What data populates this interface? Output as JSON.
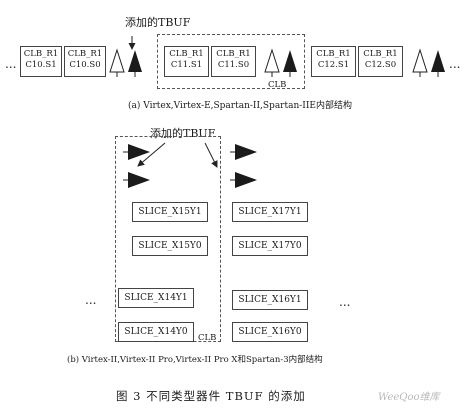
{
  "top": {
    "added_label": "添加的TBUF",
    "ellipsis_left": "...",
    "ellipsis_right": "...",
    "cells": [
      {
        "r1": "CLB_R1",
        "r2": "C10.S1"
      },
      {
        "r1": "CLB_R1",
        "r2": "C10.S0"
      },
      {
        "r1": "CLB_R1",
        "r2": "C11.S1"
      },
      {
        "r1": "CLB_R1",
        "r2": "C11.S0"
      },
      {
        "r1": "CLB_R1",
        "r2": "C12.S1"
      },
      {
        "r1": "CLB_R1",
        "r2": "C12.S0"
      }
    ],
    "clb_label": "CLB",
    "caption": "(a) Virtex,Virtex-E,Spartan-II,Spartan-IIE内部结构"
  },
  "bottom": {
    "added_label": "添加的TBUF",
    "ellipsis_left": "...",
    "ellipsis_right": "...",
    "clb_label": "CLB",
    "slices_left": [
      "SLICE_X15Y1",
      "SLICE_X15Y0",
      "SLICE_X14Y1",
      "SLICE_X14Y0"
    ],
    "slices_right": [
      "SLICE_X17Y1",
      "SLICE_X17Y0",
      "SLICE_X16Y1",
      "SLICE_X16Y0"
    ],
    "caption": "(b) Virtex-II,Virtex-II Pro,Virtex-II Pro X和Spartan-3内部结构"
  },
  "figure_caption": "图 3   不同类型器件 TBUF 的添加",
  "watermark": "WeeQoo维库"
}
